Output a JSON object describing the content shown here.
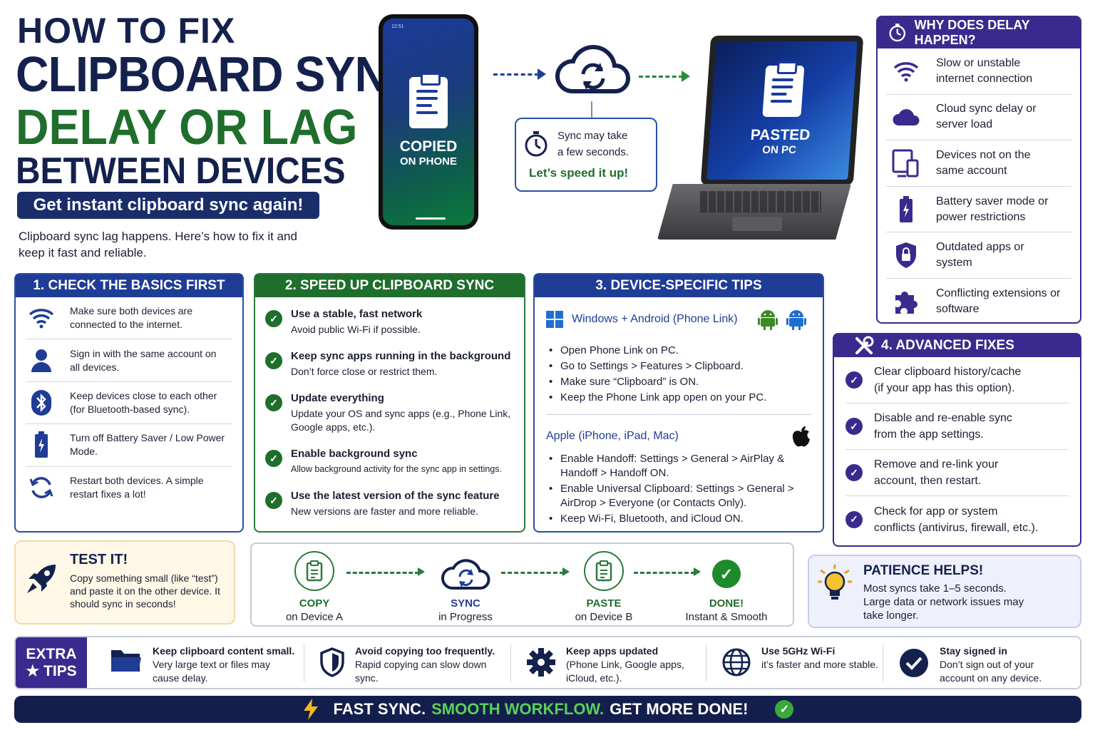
{
  "title": {
    "line1": "HOW TO FIX",
    "line2": "CLIPBOARD SYNC",
    "line3": "DELAY OR LAG",
    "line4": "BETWEEN DEVICES"
  },
  "banner": "Get instant clipboard sync again!",
  "intro": "Clipboard sync lag happens. Here’s how to fix it and keep it fast and reliable.",
  "phone": {
    "status_time": "12:51",
    "big": "COPIED",
    "small": "ON PHONE"
  },
  "laptop": {
    "big": "PASTED",
    "small": "ON PC"
  },
  "callout": {
    "line1": "Sync may take",
    "line2": "a few seconds.",
    "cta": "Let’s speed it up!"
  },
  "why": {
    "title": "WHY DOES DELAY HAPPEN?",
    "items": [
      {
        "icon": "wifi-icon",
        "text": "Slow or unstable internet connection"
      },
      {
        "icon": "cloud-icon",
        "text": "Cloud sync delay or server load"
      },
      {
        "icon": "devices-icon",
        "text": "Devices not on the same account"
      },
      {
        "icon": "battery-icon",
        "text": "Battery saver mode or power restrictions"
      },
      {
        "icon": "shield-lock-icon",
        "text": "Outdated apps or system"
      },
      {
        "icon": "puzzle-icon",
        "text": "Conflicting extensions or software"
      }
    ]
  },
  "section1": {
    "title": "1. CHECK THE BASICS FIRST",
    "items": [
      {
        "icon": "wifi-icon",
        "text": "Make sure both devices are connected to the internet."
      },
      {
        "icon": "user-icon",
        "text": "Sign in with the same account on all devices."
      },
      {
        "icon": "bluetooth-icon",
        "text": "Keep devices close to each other (for Bluetooth-based sync)."
      },
      {
        "icon": "battery-icon",
        "text": "Turn off Battery Saver / Low Power Mode."
      },
      {
        "icon": "restart-icon",
        "text": "Restart both devices. A simple restart fixes a lot!"
      }
    ]
  },
  "section2": {
    "title": "2. SPEED UP CLIPBOARD SYNC",
    "items": [
      {
        "head": "Use a stable, fast network",
        "sub": "Avoid public Wi-Fi if possible."
      },
      {
        "head": "Keep sync apps running in the background",
        "sub": "Don’t force close or restrict them."
      },
      {
        "head": "Update everything",
        "sub": "Update your OS and sync apps (e.g., Phone Link, Google apps, etc.)."
      },
      {
        "head": "Enable background sync",
        "sub": "Allow background activity for the sync app in settings."
      },
      {
        "head": "Use the latest version of the sync feature",
        "sub": "New versions are faster and more reliable."
      }
    ]
  },
  "section3": {
    "title": "3. DEVICE-SPECIFIC TIPS",
    "windows_title": "Windows + Android (Phone Link)",
    "windows_items": [
      "Open Phone Link on PC.",
      "Go to Settings > Features > Clipboard.",
      "Make sure “Clipboard” is ON.",
      "Keep the Phone Link app open on your PC."
    ],
    "apple_title": "Apple (iPhone, iPad, Mac)",
    "apple_items": [
      "Enable Handoff: Settings > General > AirPlay & Handoff > Handoff ON.",
      "Enable Universal Clipboard: Settings > General > AirDrop > Everyone (or Contacts Only).",
      "Keep Wi-Fi, Bluetooth, and iCloud ON."
    ]
  },
  "section4": {
    "title": "4. ADVANCED FIXES",
    "items": [
      {
        "line1": "Clear clipboard history/cache",
        "line2": "(if your app has this option)."
      },
      {
        "line1": "Disable and re-enable sync",
        "line2": "from the app settings."
      },
      {
        "line1": "Remove and re-link your",
        "line2": "account, then restart."
      },
      {
        "line1": "Check for app or system",
        "line2": "conflicts (antivirus, firewall, etc.)."
      }
    ]
  },
  "test": {
    "title": "TEST IT!",
    "text": "Copy something small (like “test”) and paste it on the other device. It should sync in seconds!"
  },
  "flow": [
    {
      "label": "COPY",
      "sub": "on Device A"
    },
    {
      "label": "SYNC",
      "sub": "in Progress"
    },
    {
      "label": "PASTE",
      "sub": "on Device B"
    },
    {
      "label": "DONE!",
      "sub": "Instant & Smooth"
    }
  ],
  "patience": {
    "title": "PATIENCE HELPS!",
    "text": "Most syncs take 1–5 seconds. Large data or network issues may take longer."
  },
  "extra": {
    "label1": "EXTRA",
    "label2": "★ TIPS",
    "items": [
      {
        "icon": "folder-icon",
        "head": "Keep clipboard content small.",
        "sub": "Very large text or files may cause delay."
      },
      {
        "icon": "shield-icon",
        "head": "Avoid copying too frequently.",
        "sub": "Rapid copying can slow down sync."
      },
      {
        "icon": "gear-icon",
        "head": "Keep apps updated",
        "sub": "(Phone Link, Google apps, iCloud, etc.)."
      },
      {
        "icon": "globe-icon",
        "head": "Use 5GHz Wi-Fi",
        "sub": "it’s faster and more stable."
      },
      {
        "icon": "check-circle-icon",
        "head": "Stay signed in",
        "sub": "Don’t sign out of your account on any device."
      }
    ]
  },
  "footer": {
    "part1": "FAST SYNC.",
    "part2": "SMOOTH WORKFLOW.",
    "part3": "GET MORE DONE!"
  },
  "colors": {
    "navy": "#14214d",
    "green": "#1f6e2c",
    "blue": "#1f3c96",
    "purple": "#3b2a8e"
  }
}
